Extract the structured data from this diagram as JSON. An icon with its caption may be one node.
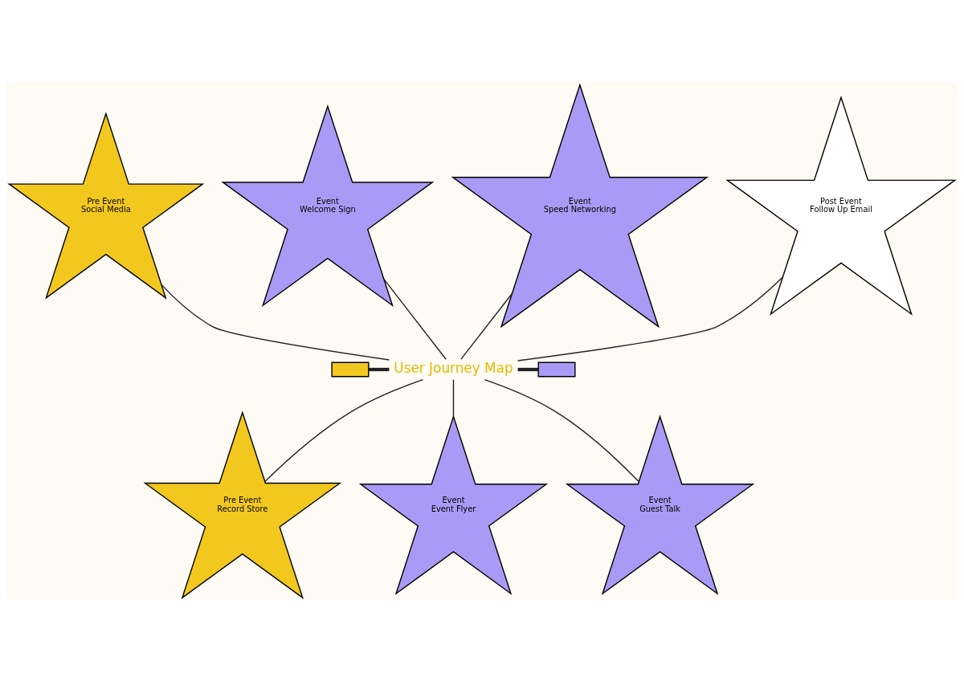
{
  "diagram": {
    "nodes": [
      {
        "text": [
          "Pre Event",
          "Social Media"
        ]
      },
      {
        "text": [
          "Event",
          "Welcome Sign"
        ]
      },
      {
        "text": [
          "Event",
          "Speed Networking"
        ]
      },
      {
        "text": [
          "Post Event",
          "Follow Up Email"
        ]
      },
      {
        "text": [],
        "shape": "box"
      },
      {
        "text": [
          "User Journey Map"
        ]
      },
      {
        "text": [],
        "shape": "box"
      },
      {
        "text": [
          "Pre Event",
          "Record Store"
        ]
      },
      {
        "text": [
          "Event",
          "Event Flyer"
        ]
      },
      {
        "text": [
          "Event",
          "Guest Talk"
        ]
      }
    ],
    "edges": [
      {
        "from": 4,
        "to": 5,
        "arrow": "none",
        "style": "thick"
      },
      {
        "from": 5,
        "to": 6,
        "arrow": "none",
        "style": "thick"
      },
      {
        "from": 0,
        "to": 5,
        "arrow": "none"
      },
      {
        "from": 1,
        "to": 5,
        "arrow": "none"
      },
      {
        "from": 2,
        "to": 5,
        "arrow": "none"
      },
      {
        "from": 3,
        "to": 5,
        "arrow": "none"
      },
      {
        "from": 5,
        "to": 7,
        "arrow": "none"
      },
      {
        "from": 5,
        "to": 8,
        "arrow": "none"
      },
      {
        "from": 5,
        "to": 9,
        "arrow": "none"
      }
    ]
  }
}
